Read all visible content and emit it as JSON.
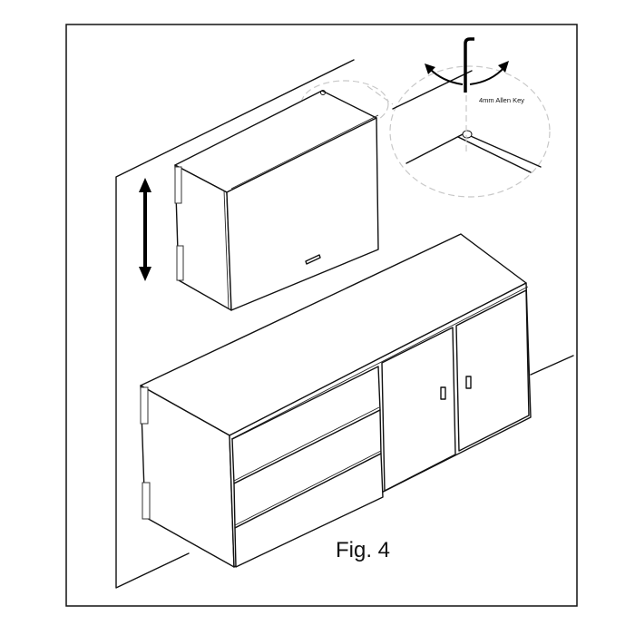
{
  "figure": {
    "caption": "Fig. 4",
    "detail_callout": {
      "label": "4mm Allen Key"
    },
    "colors": {
      "line": "#111111",
      "callout_outline": "#c8c8c8",
      "background": "#ffffff"
    },
    "elements": {
      "wall": "wall plane",
      "upper_cabinet": "wall-mounted upper cabinet with flap door and handle",
      "base_cabinet": "base cabinet with 3 drawers and 2 doors",
      "adjust_arrow": "vertical double-headed arrow",
      "allen_key": "allen key with rotation arrows"
    }
  }
}
